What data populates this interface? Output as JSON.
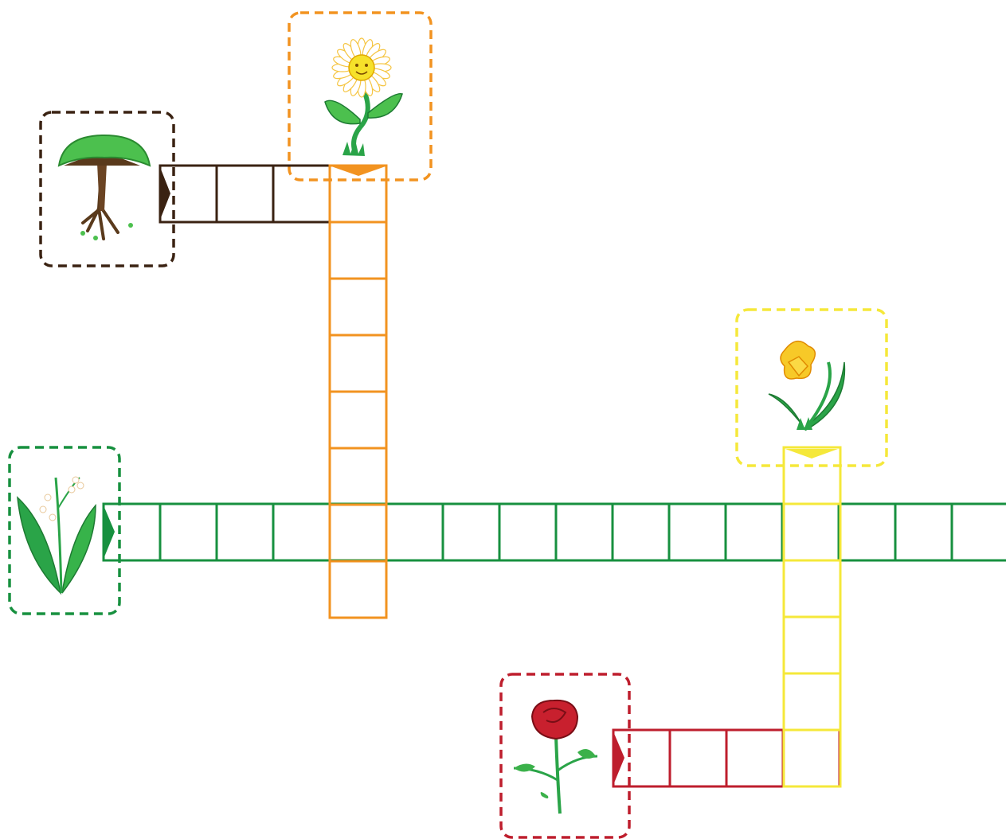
{
  "colors": {
    "tree": "#3a2212",
    "daisy": "#f29320",
    "lily": "#17903f",
    "daffodil": "#f5e83a",
    "rose": "#be1e2d",
    "leaf": "#2aa448",
    "background": "#ffffff"
  },
  "clues": [
    {
      "id": "tree",
      "icon": "tree-icon",
      "direction": "across",
      "length": 4,
      "color_key": "tree"
    },
    {
      "id": "daisy",
      "icon": "daisy-icon",
      "direction": "down",
      "length": 8,
      "color_key": "daisy"
    },
    {
      "id": "lily",
      "icon": "lily-of-the-valley-icon",
      "direction": "across",
      "length": 16,
      "color_key": "lily"
    },
    {
      "id": "daffodil",
      "icon": "daffodil-icon",
      "direction": "down",
      "length": 6,
      "color_key": "daffodil"
    },
    {
      "id": "rose",
      "icon": "rose-icon",
      "direction": "across",
      "length": 4,
      "color_key": "rose"
    }
  ]
}
